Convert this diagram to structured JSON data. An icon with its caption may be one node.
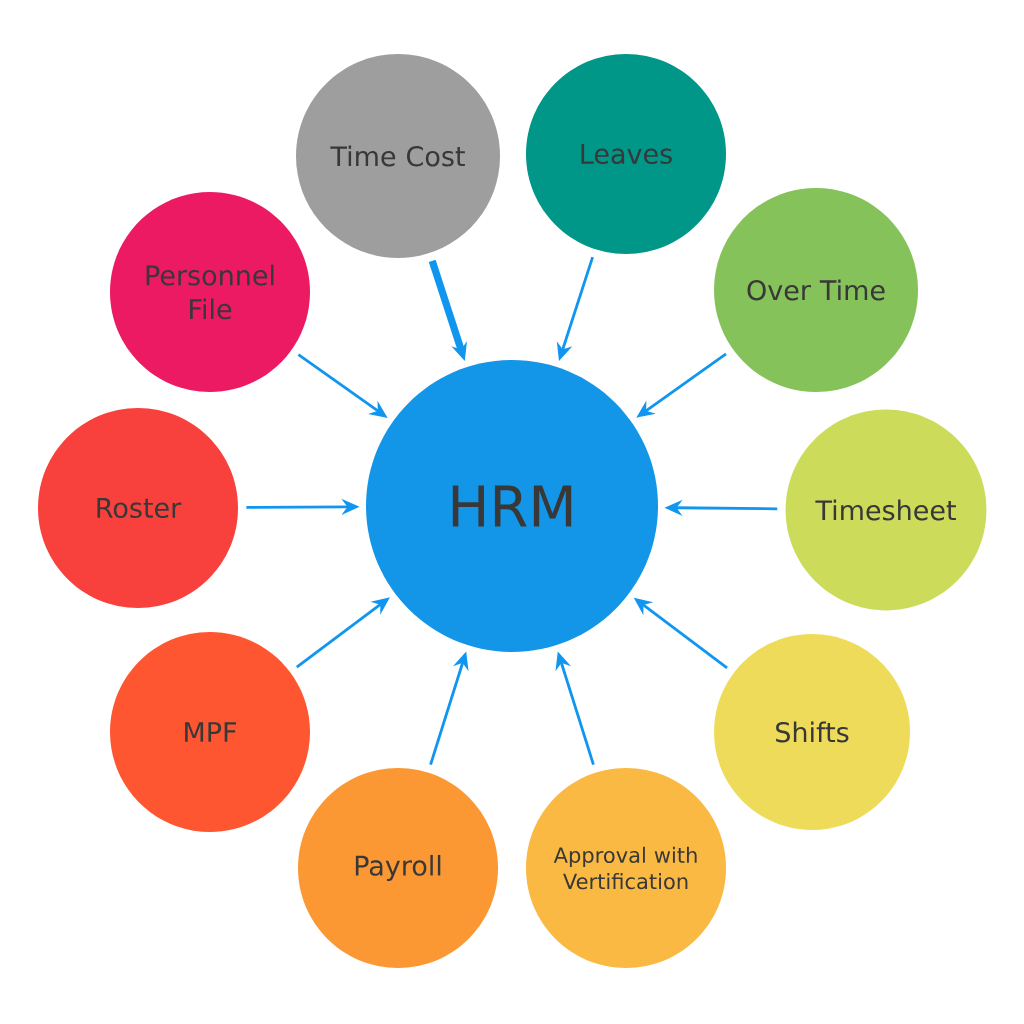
{
  "diagram": {
    "nodes": [
      {
        "text": [
          "HRM"
        ]
      },
      {
        "text": [
          "Time Cost"
        ]
      },
      {
        "text": [
          "Leaves"
        ]
      },
      {
        "text": [
          "Over Time"
        ]
      },
      {
        "text": [
          "Timesheet"
        ]
      },
      {
        "text": [
          "Shifts"
        ]
      },
      {
        "text": [
          "Approval with Vertification"
        ]
      },
      {
        "text": [
          "Payroll"
        ]
      },
      {
        "text": [
          "MPF"
        ]
      },
      {
        "text": [
          "Roster"
        ]
      },
      {
        "text": [
          "Personnel File"
        ]
      }
    ],
    "edges": [
      {
        "from": 1,
        "to": 0,
        "arrow": "to",
        "style": "thick"
      },
      {
        "from": 2,
        "to": 0,
        "arrow": "to"
      },
      {
        "from": 3,
        "to": 0,
        "arrow": "to"
      },
      {
        "from": 4,
        "to": 0,
        "arrow": "to"
      },
      {
        "from": 5,
        "to": 0,
        "arrow": "to"
      },
      {
        "from": 6,
        "to": 0,
        "arrow": "to"
      },
      {
        "from": 7,
        "to": 0,
        "arrow": "to"
      },
      {
        "from": 8,
        "to": 0,
        "arrow": "to"
      },
      {
        "from": 9,
        "to": 0,
        "arrow": "to"
      },
      {
        "from": 10,
        "to": 0,
        "arrow": "to"
      }
    ]
  }
}
